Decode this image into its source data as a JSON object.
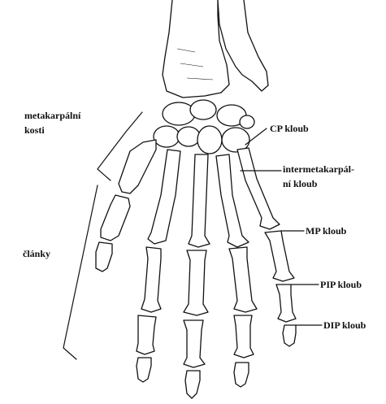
{
  "labels": {
    "metacarpal_line1": "metakarpální",
    "metacarpal_line2": "kosti",
    "phalanges": "články",
    "cp_joint": "CP kloub",
    "intermetacarpal_line1": "intermetakarpál-",
    "intermetacarpal_line2": "ní kloub",
    "mp_joint": "MP kloub",
    "pip_joint": "PIP kloub",
    "dip_joint": "DIP kloub"
  },
  "colors": {
    "ink": "#111111",
    "background": "#ffffff"
  }
}
